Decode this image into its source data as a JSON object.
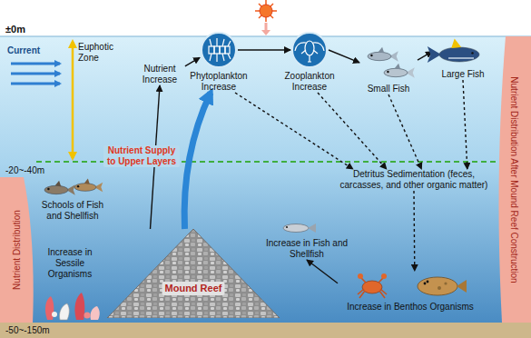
{
  "diagram": {
    "nodes": [
      {
        "text": [
          "Nutrient Increase"
        ]
      },
      {
        "text": [
          "Phytoplankton Increase"
        ]
      },
      {
        "text": [
          "Zooplankton Increase"
        ]
      },
      {
        "text": [
          "Small Fish"
        ]
      },
      {
        "text": [
          "Large Fish"
        ]
      },
      {
        "text": [
          "Detritus Sedimentation (feces, carcasses, and other organic matter)"
        ]
      },
      {
        "text": [
          "Schools of Fish and Shellfish"
        ]
      },
      {
        "text": [
          "Increase in Sessile Organisms"
        ]
      },
      {
        "text": [
          "Mound Reef"
        ]
      },
      {
        "text": [
          "Increase in Fish and Shellfish"
        ]
      },
      {
        "text": [
          "Increase in Benthos Organisms"
        ]
      },
      {
        "text": [
          "Nutrient Distribution"
        ]
      },
      {
        "text": [
          "Nutrient Distribution After Mound Reef Construction"
        ]
      }
    ],
    "edges": [
      {
        "from": 0,
        "to": 1,
        "arrow": "to"
      },
      {
        "from": 1,
        "to": 2,
        "arrow": "to"
      },
      {
        "from": 2,
        "to": 3,
        "arrow": "to"
      },
      {
        "from": 3,
        "to": 4,
        "arrow": "to"
      },
      {
        "from": 1,
        "to": 5,
        "arrow": "to"
      },
      {
        "from": 2,
        "to": 5,
        "arrow": "to"
      },
      {
        "from": 3,
        "to": 5,
        "arrow": "to"
      },
      {
        "from": 4,
        "to": 5,
        "arrow": "to"
      },
      {
        "from": 5,
        "to": 10,
        "arrow": "to"
      },
      {
        "from": 10,
        "to": 9,
        "arrow": "to"
      },
      {
        "from": 8,
        "to": 0,
        "label": "Nutrient Supply to Upper Layers",
        "arrow": "to"
      },
      {
        "from": 8,
        "to": 1,
        "arrow": "to"
      }
    ],
    "labels": [
      "±0m",
      "-20~-40m",
      "-50~-150m",
      "Current",
      "Euphotic Zone"
    ]
  }
}
